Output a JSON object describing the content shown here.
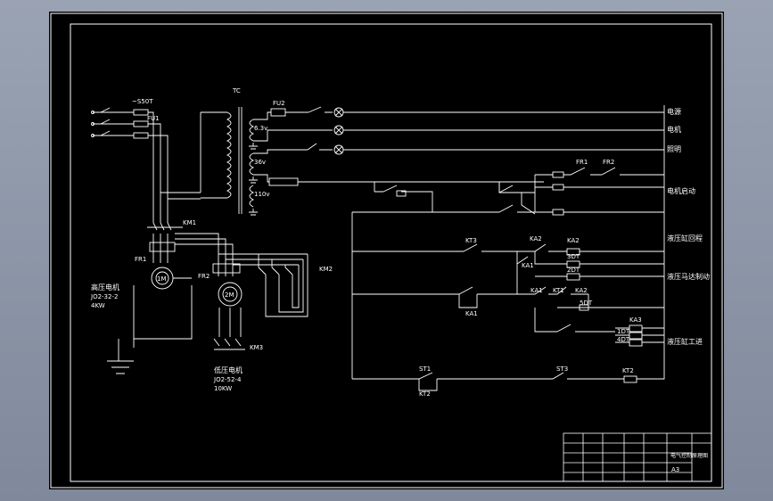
{
  "colors": {
    "viewport_bg": "#8d97a8",
    "sheet_bg": "#000000",
    "line": "#ffffff"
  },
  "labels": {
    "breaker": "~S50T",
    "fu1": "FU1",
    "tc": "TC",
    "fu2": "FU2",
    "v63": "6.3v",
    "v36": "36v",
    "v110": "110v",
    "km1": "KM1",
    "fr1": "FR1",
    "fr2": "FR2",
    "km2": "KM2",
    "km3": "KM3",
    "motor1": "1M",
    "motor2": "2M",
    "motor1_name": "高压电机",
    "motor1_model": "JO2-32-2",
    "motor1_power": "4KW",
    "motor2_name": "低压电机",
    "motor2_model": "JO2-52-4",
    "motor2_power": "10KW",
    "kt3": "KT3",
    "ka2": "KA2",
    "ka1": "KA1",
    "ka2b": "KA2",
    "dt3": "3DT",
    "dt2": "2DT",
    "ka1b": "KA1",
    "kt1": "KT1",
    "ka2c": "KA2",
    "dt5": "5DT",
    "ka3": "KA3",
    "dt1": "1DT",
    "dt4": "4DT",
    "st1": "ST1",
    "kt2": "KT2",
    "st3": "ST3",
    "kt2b": "KT2",
    "ka1c": "KA1",
    "fr1b": "FR1",
    "fr2b": "FR2",
    "r1": "电源",
    "r2": "电机",
    "r3": "照明",
    "r4": "电机启动",
    "r5": "液压缸回程",
    "r6": "液压马达制动",
    "r7": "液压缸工进",
    "tb_title": "电气控制原理图",
    "tb_size": "A3"
  }
}
